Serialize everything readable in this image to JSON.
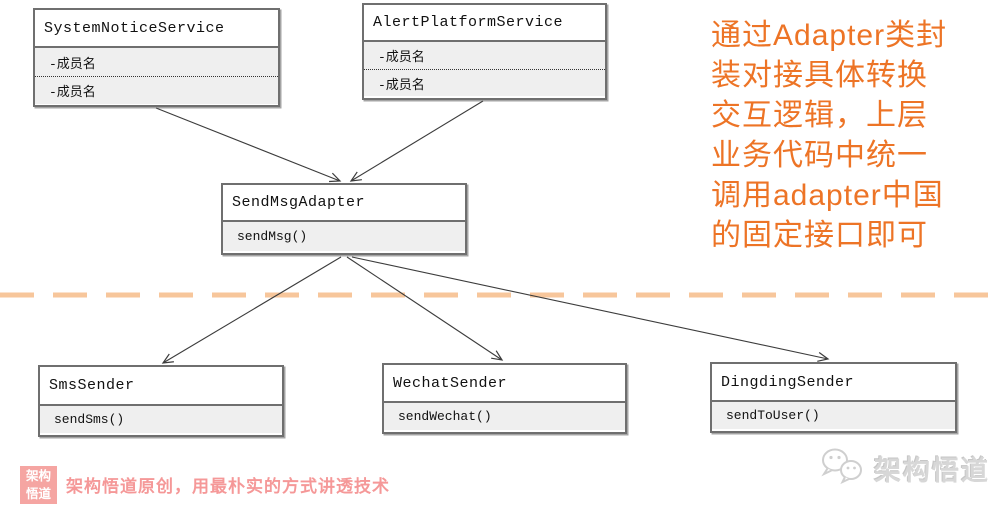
{
  "diagram": {
    "type": "uml-class-diagram",
    "classes": [
      {
        "name": "SystemNoticeService",
        "members": [
          "-成员名",
          "-成员名"
        ],
        "methods": []
      },
      {
        "name": "AlertPlatformService",
        "members": [
          "-成员名",
          "-成员名"
        ],
        "methods": []
      },
      {
        "name": "SendMsgAdapter",
        "members": [],
        "methods": [
          "sendMsg()"
        ]
      },
      {
        "name": "SmsSender",
        "members": [],
        "methods": [
          "sendSms()"
        ]
      },
      {
        "name": "WechatSender",
        "members": [],
        "methods": [
          "sendWechat()"
        ]
      },
      {
        "name": "DingdingSender",
        "members": [],
        "methods": [
          "sendToUser()"
        ]
      }
    ],
    "relations": [
      {
        "from": "SystemNoticeService",
        "to": "SendMsgAdapter",
        "style": "arrow"
      },
      {
        "from": "AlertPlatformService",
        "to": "SendMsgAdapter",
        "style": "arrow"
      },
      {
        "from": "SendMsgAdapter",
        "to": "SmsSender",
        "style": "arrow"
      },
      {
        "from": "SendMsgAdapter",
        "to": "WechatSender",
        "style": "arrow"
      },
      {
        "from": "SendMsgAdapter",
        "to": "DingdingSender",
        "style": "arrow"
      }
    ]
  },
  "annotation": {
    "full_text": "通过Adapter类封装对接具体转换交互逻辑，上层业务代码中统一调用adapter中国的固定接口即可",
    "lines": [
      "通过Adapter类封",
      "装对接具体转换",
      "交互逻辑，上层",
      "业务代码中统一",
      "调用adapter中国",
      "的固定接口即可"
    ],
    "color": "#ed7426"
  },
  "footer": {
    "badge_line1": "架构",
    "badge_line2": "悟道",
    "tagline": "架构悟道原创，用最朴实的方式讲透技术",
    "watermark_text": "架构悟道"
  },
  "colors": {
    "divider_dash": "#f7c69b",
    "annotation_orange": "#ed7426",
    "brand_pink": "#f59898",
    "watermark_gray": "#d7d7d7",
    "box_fill_gray": "#efefef",
    "arrow": "#3c3c3c"
  }
}
